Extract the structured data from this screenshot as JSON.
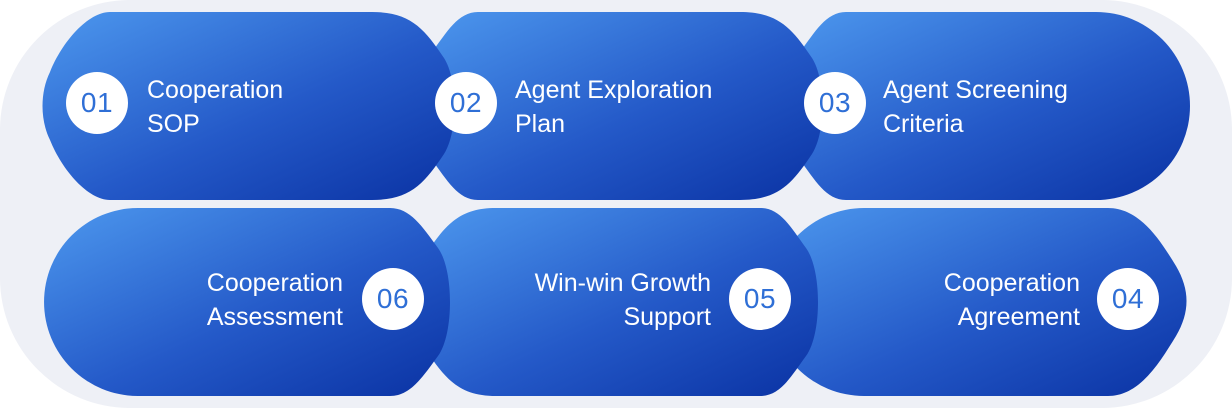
{
  "colors": {
    "panel": "#eef0f6",
    "shape_light": "#4a94ea",
    "shape_dark": "#0a35a6",
    "badge_text": "#2f6fd6"
  },
  "steps": [
    {
      "number": "01",
      "line1": "Cooperation",
      "line2": "SOP"
    },
    {
      "number": "02",
      "line1": "Agent Exploration",
      "line2": "Plan"
    },
    {
      "number": "03",
      "line1": "Agent Screening",
      "line2": "Criteria"
    },
    {
      "number": "04",
      "line1": "Cooperation",
      "line2": "Agreement"
    },
    {
      "number": "05",
      "line1": "Win-win Growth",
      "line2": "Support"
    },
    {
      "number": "06",
      "line1": "Cooperation",
      "line2": "Assessment"
    }
  ]
}
